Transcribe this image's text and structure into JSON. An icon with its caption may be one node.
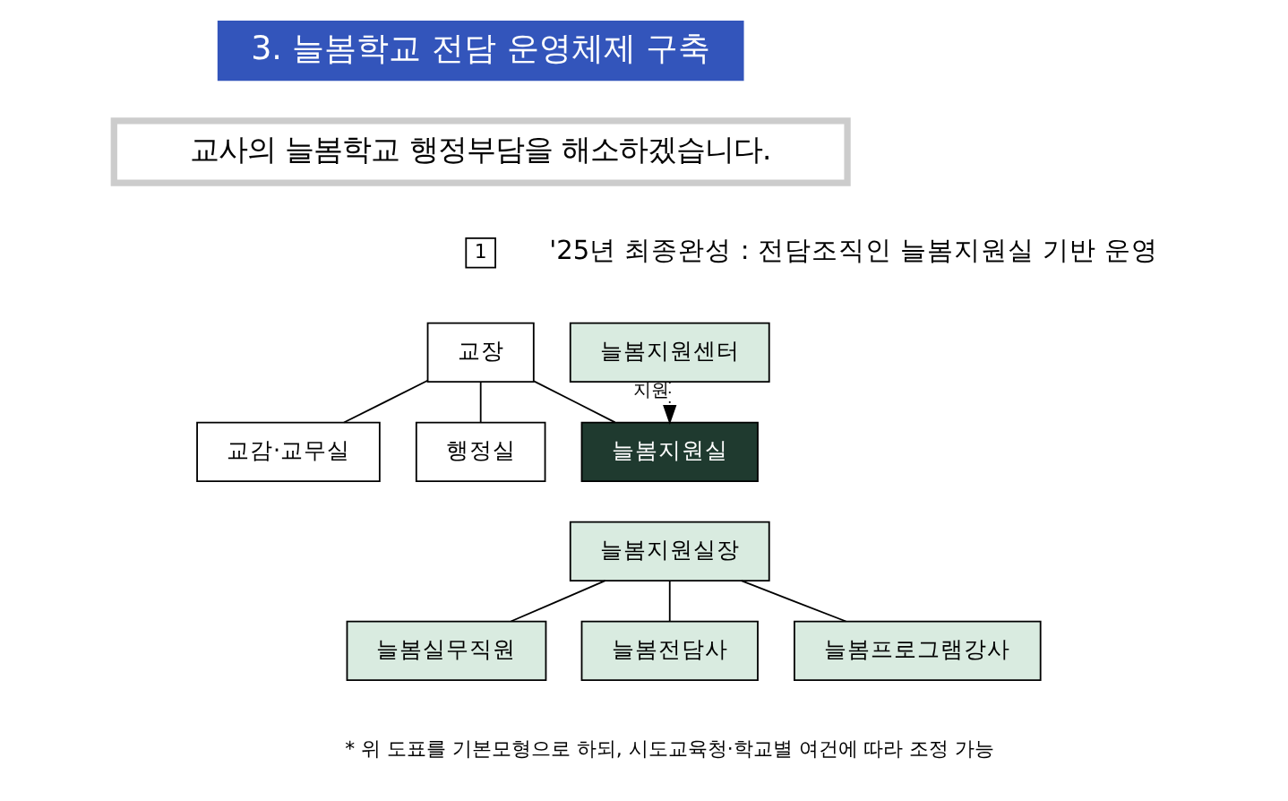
{
  "diagram": {
    "title": "3. 늘봄학교 전담 운영체제 구축",
    "nodes": [
      {
        "text": [
          "교장"
        ]
      },
      {
        "text": [
          "늘봄지원센터"
        ]
      },
      {
        "text": [
          "교감·교무실"
        ]
      },
      {
        "text": [
          "행정실"
        ]
      },
      {
        "text": [
          "늘봄지원실"
        ]
      },
      {
        "text": [
          "늘봄지원실장"
        ]
      },
      {
        "text": [
          "늘봄실무직원"
        ]
      },
      {
        "text": [
          "늘봄전담사"
        ]
      },
      {
        "text": [
          "늘봄프로그램강사"
        ]
      }
    ],
    "edges": [
      {
        "from": 0,
        "to": 2,
        "arrow": "none"
      },
      {
        "from": 0,
        "to": 3,
        "arrow": "none"
      },
      {
        "from": 0,
        "to": 4,
        "arrow": "none"
      },
      {
        "from": 1,
        "to": 4,
        "arrow": "to",
        "style": "dashed",
        "label": "지원"
      },
      {
        "from": 5,
        "to": 6,
        "arrow": "none"
      },
      {
        "from": 5,
        "to": 7,
        "arrow": "none"
      },
      {
        "from": 5,
        "to": 8,
        "arrow": "none"
      }
    ],
    "labels": [
      "교사의 늘봄학교 행정부담을 해소하겠습니다.",
      "1",
      "'25년 최종완성 : 전담조직인 늘봄지원실 기반 운영",
      "* 위 도표를 기본모형으로 하되, 시도교육청·학교별 여건에 따라 조정 가능"
    ]
  }
}
